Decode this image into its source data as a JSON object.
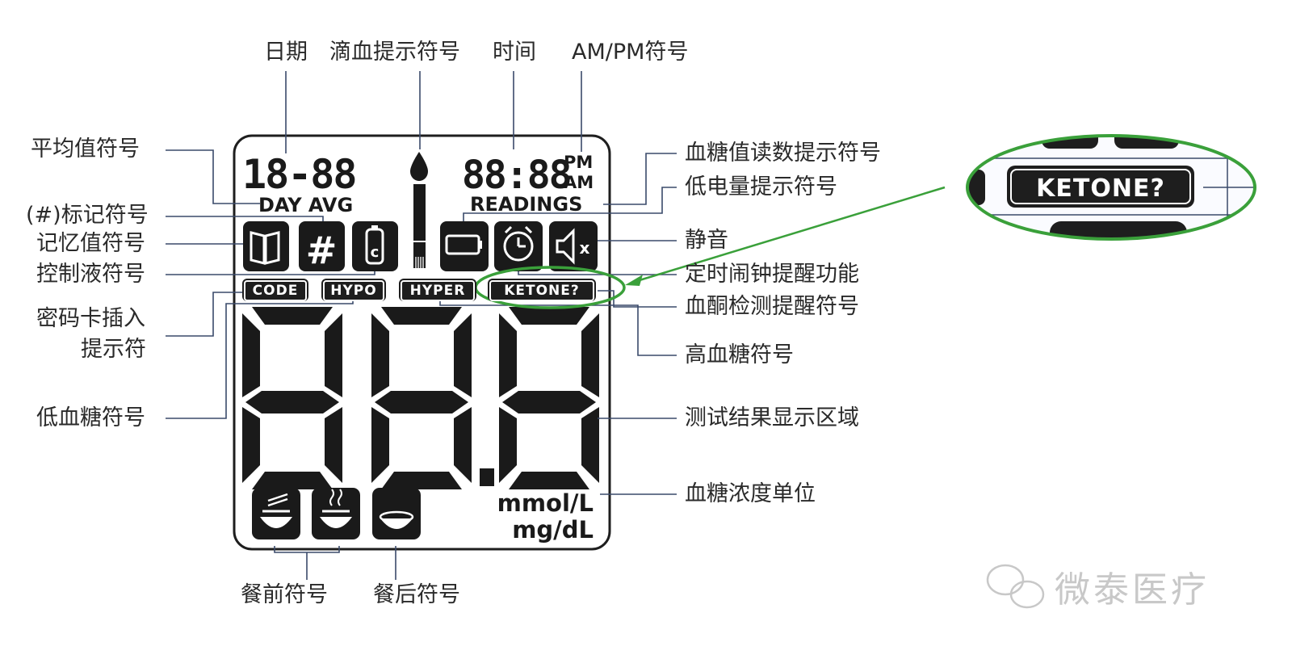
{
  "labels": {
    "date": "日期",
    "drop_prompt": "滴血提示符号",
    "time": "时间",
    "ampm": "AM/PM符号",
    "average": "平均值符号",
    "hash_mark": "(#)标记符号",
    "memory": "记忆值符号",
    "control": "控制液符号",
    "code_card_1": "密码卡插入",
    "code_card_2": "提示符",
    "hypo": "低血糖符号",
    "readings": "血糖值读数提示符号",
    "low_battery": "低电量提示符号",
    "mute": "静音",
    "alarm": "定时闹钟提醒功能",
    "ketone": "血酮检测提醒符号",
    "hyper": "高血糖符号",
    "result": "测试结果显示区域",
    "unit": "血糖浓度单位",
    "before_meal": "餐前符号",
    "after_meal": "餐后符号"
  },
  "lcd": {
    "date_digits": "18-88",
    "day_avg": "DAY AVG",
    "time_digits": "88:88",
    "pm": "PM",
    "am": "AM",
    "readings": "READINGS",
    "hash": "#",
    "control_c": "c",
    "code": "CODE",
    "hypo": "HYPO",
    "hyper": "HYPER",
    "ketone": "KETONE?",
    "mute_x": "x",
    "unit_mmol": "mmol/L",
    "unit_mgdl": "mg/dL"
  },
  "zoom": {
    "ketone": "KETONE?"
  },
  "watermark": "微泰医疗",
  "colors": {
    "lcd_ink": "#1a1a1a",
    "leader": "#3a4a6a",
    "highlight": "#3aa03a"
  }
}
